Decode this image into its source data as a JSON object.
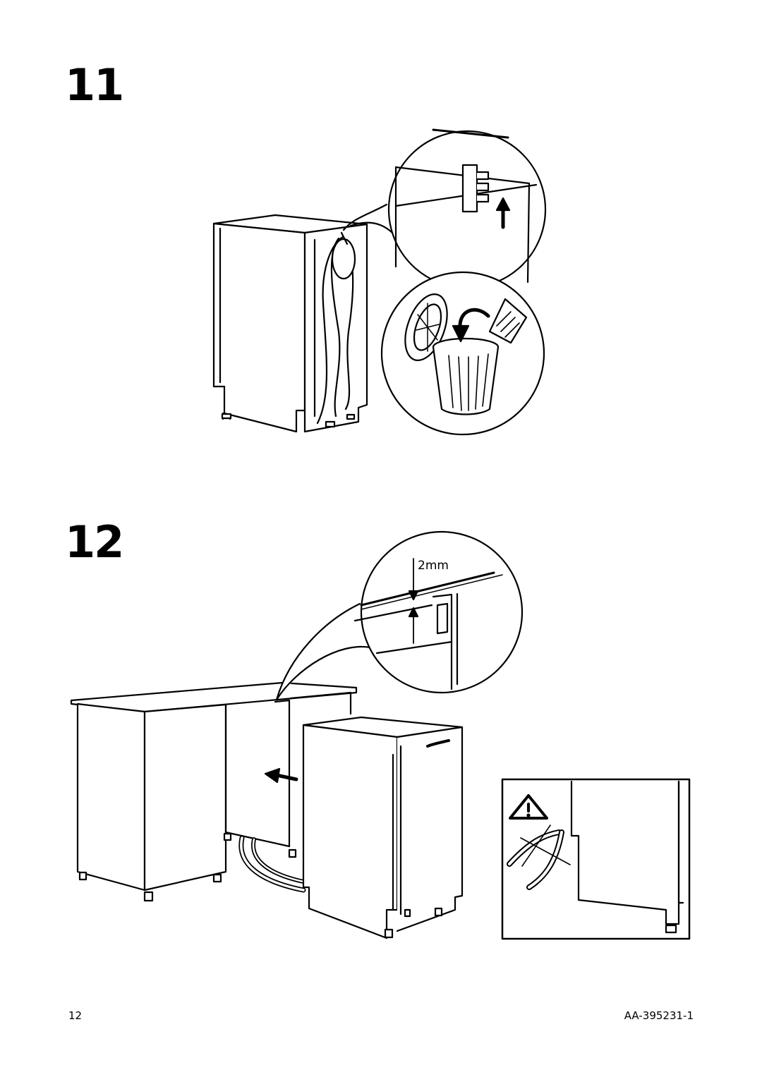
{
  "steps": [
    {
      "number": "11"
    },
    {
      "number": "12",
      "dimension_label": "2mm"
    }
  ],
  "footer": {
    "page_number": "12",
    "document_code": "AA-395231-1"
  }
}
